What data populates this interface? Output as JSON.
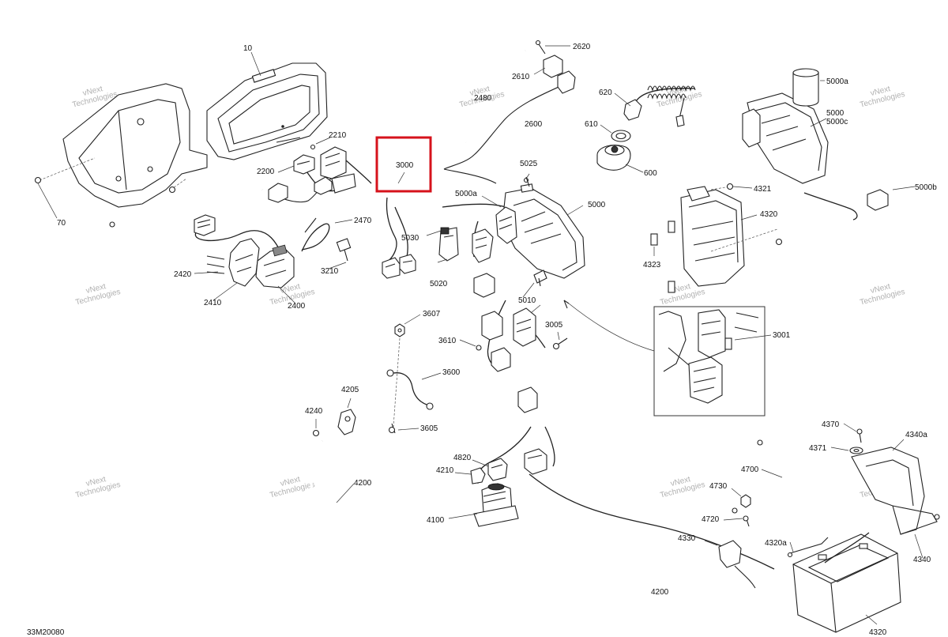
{
  "diagram_code": "33M20080",
  "highlighted_part": "3000",
  "watermark": {
    "line1": "vNext",
    "line2": "Technologies"
  },
  "part_labels": {
    "p10": "10",
    "p70": "70",
    "p600": "600",
    "p610": "610",
    "p620": "620",
    "p2200": "2200",
    "p2210": "2210",
    "p2400": "2400",
    "p2410": "2410",
    "p2420": "2420",
    "p2470": "2470",
    "p2480": "2480",
    "p2600": "2600",
    "p2610": "2610",
    "p2620": "2620",
    "p3000": "3000",
    "p3001": "3001",
    "p3005": "3005",
    "p3210": "3210",
    "p3600": "3600",
    "p3605": "3605",
    "p3607": "3607",
    "p3610": "3610",
    "p4100": "4100",
    "p4200a": "4200",
    "p4200b": "4200",
    "p4205": "4205",
    "p4210": "4210",
    "p4240": "4240",
    "p4320a": "4320",
    "p4320b": "4320",
    "p4320c": "4320a",
    "p4321": "4321",
    "p4323": "4323",
    "p4330": "4330",
    "p4340": "4340",
    "p4340a": "4340a",
    "p4370": "4370",
    "p4371": "4371",
    "p4700": "4700",
    "p4720": "4720",
    "p4730": "4730",
    "p4820": "4820",
    "p5000": "5000",
    "p5000r": "5000",
    "p5000a": "5000a",
    "p5000aa": "5000a",
    "p5000b": "5000b",
    "p5000c": "5000c",
    "p5010": "5010",
    "p5020": "5020",
    "p5025": "5025",
    "p5030": "5030"
  }
}
